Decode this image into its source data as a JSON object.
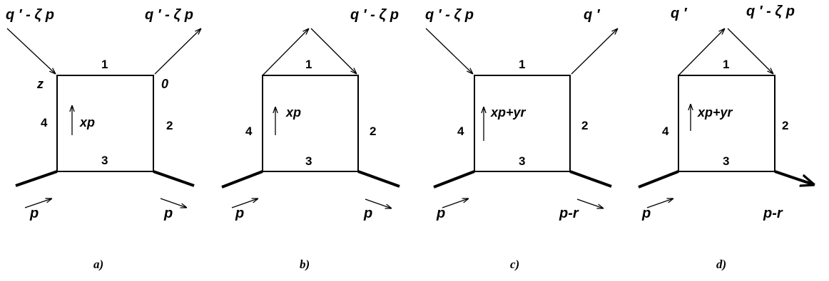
{
  "diagrams": {
    "a": {
      "in_left": "q ′ - ζ p",
      "out_right": "q ′ - ζ p",
      "edge_top": "1",
      "edge_right": "2",
      "edge_bottom": "3",
      "edge_left": "4",
      "corner_top_left": "z",
      "corner_top_right": "0",
      "loop_momentum": "xp",
      "in_bottom": "p",
      "out_bottom": "p",
      "caption": "a)"
    },
    "b": {
      "top_label": "q ′ - ζ p",
      "edge_top": "1",
      "edge_right": "2",
      "edge_bottom": "3",
      "edge_left": "4",
      "loop_momentum": "xp",
      "in_bottom": "p",
      "out_bottom": "p",
      "caption": "b)"
    },
    "c": {
      "in_left": "q ′ - ζ p",
      "out_right": "q ′",
      "edge_top": "1",
      "edge_right": "2",
      "edge_bottom": "3",
      "edge_left": "4",
      "loop_momentum": "xp+yr",
      "in_bottom": "p",
      "out_bottom": "p-r",
      "caption": "c)"
    },
    "d": {
      "top_left_label": "q ′",
      "top_right_label": "q ′ - ζ p",
      "edge_top": "1",
      "edge_right": "2",
      "edge_bottom": "3",
      "edge_left": "4",
      "loop_momentum": "xp+yr",
      "in_bottom": "p",
      "out_bottom": "p-r",
      "caption": "d)"
    }
  }
}
